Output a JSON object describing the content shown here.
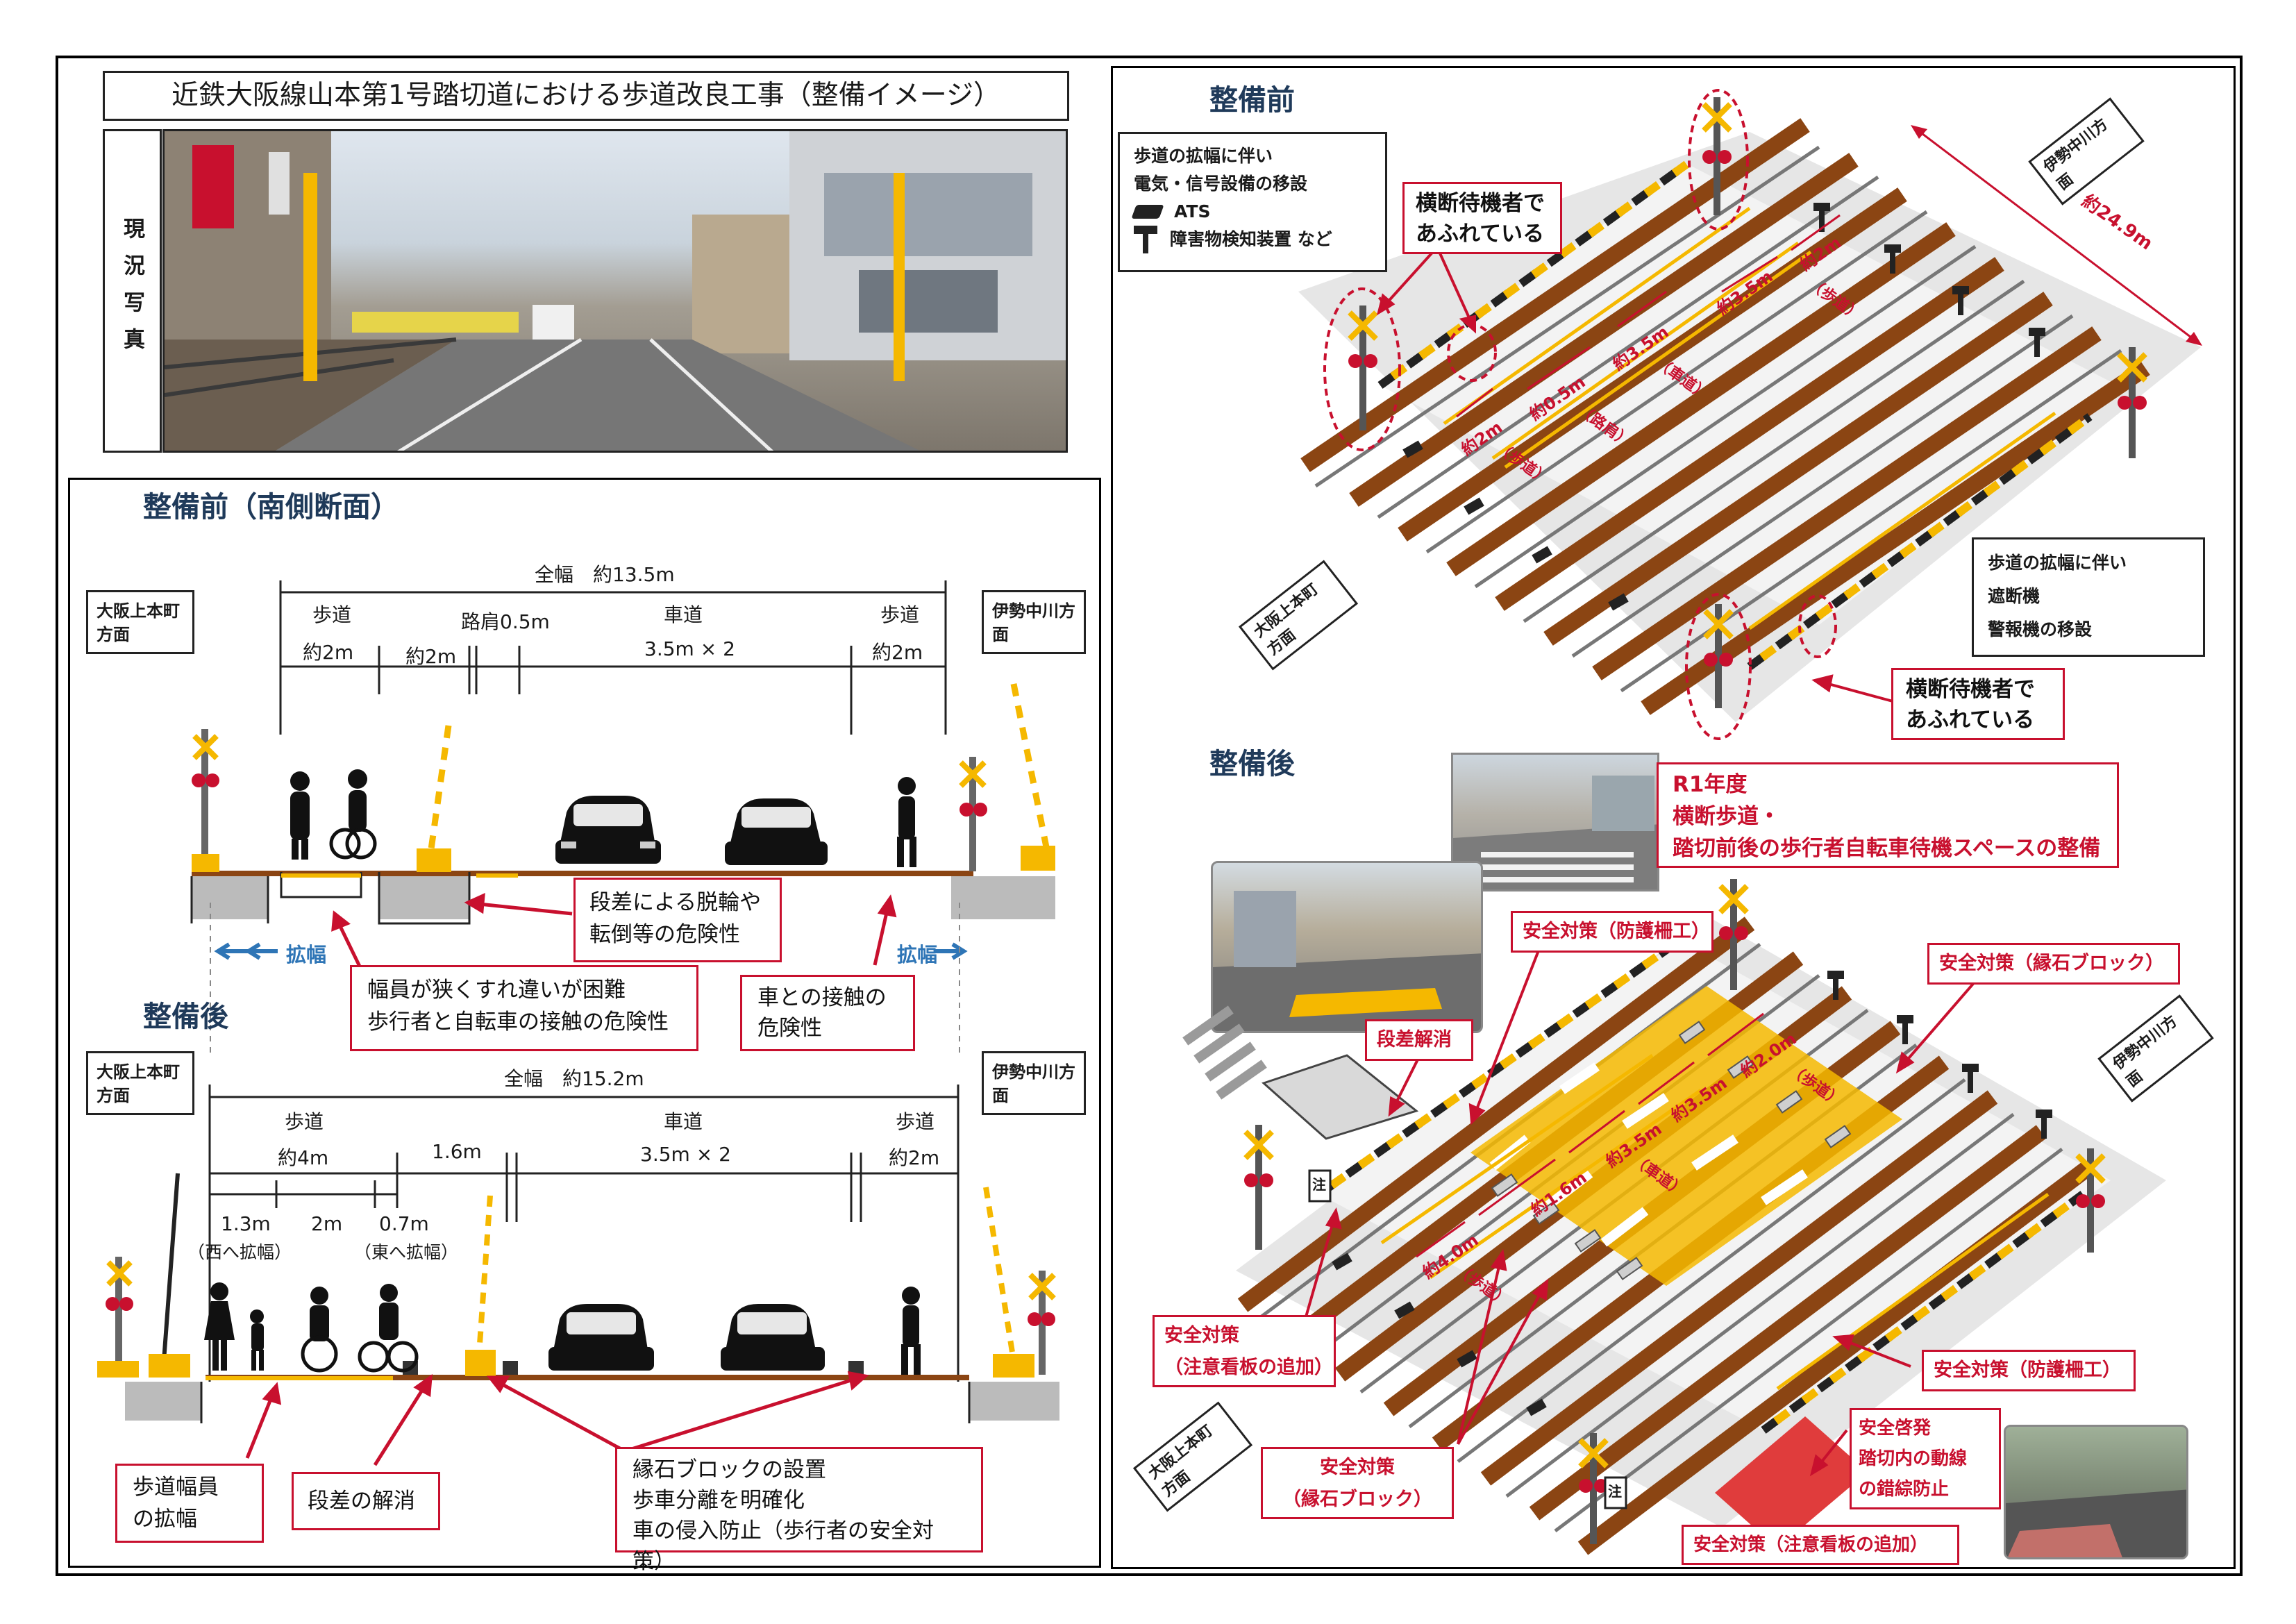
{
  "title": "近鉄大阪線山本第1号踏切道における歩道改良工事（整備イメージ）",
  "photo_caption": "現況写真",
  "sec_before_cross": "整備前（南側断面）",
  "sec_after_cross": "整備後",
  "sec_before_plan": "整備前",
  "sec_after_plan": "整備後",
  "dir_left": "大阪上本町方面",
  "dir_right": "伊勢中川方面",
  "before": {
    "total": "全幅　約13.5m",
    "col_walk_l": "歩道",
    "col_shoulder": "路肩0.5m",
    "col_road": "車道",
    "col_walk_r": "歩道",
    "w_walk_l1": "約2m",
    "w_walk_l2": "約2m",
    "w_road": "3.5m × 2",
    "w_walk_r": "約2m",
    "expand": "拡幅",
    "note_step": [
      "段差による脱輪や",
      "転倒等の危険性"
    ],
    "note_width": [
      "幅員が狭くすれ違いが困難",
      "歩行者と自転車の接触の危険性"
    ],
    "note_car": [
      "車との接触の",
      "危険性"
    ]
  },
  "after": {
    "total": "全幅　約15.2m",
    "col_walk_l": "歩道",
    "col_road": "車道",
    "col_walk_r": "歩道",
    "w_walk_l": "約4m",
    "w_mid": "1.6m",
    "w_road": "3.5m × 2",
    "w_walk_r": "約2m",
    "w_west": "1.3m",
    "w_west_note": "（西へ拡幅）",
    "w_center": "2m",
    "w_east": "0.7m",
    "w_east_note": "（東へ拡幅）",
    "note_widen": [
      "歩道幅員",
      "の拡幅"
    ],
    "note_step": "段差の解消",
    "note_curb": [
      "縁石ブロックの設置",
      "歩車分離を明確化",
      "車の侵入防止（歩行者の安全対策）"
    ]
  },
  "plan_before": {
    "legend_equip": [
      "歩道の拡幅に伴い",
      "電気・信号設備の移設"
    ],
    "legend_ats": "ATS",
    "legend_detector": "障害物検知装置 など",
    "crowd1": [
      "横断待機者で",
      "あふれている"
    ],
    "crowd2": [
      "横断待機者で",
      "あふれている"
    ],
    "legend_barrier": [
      "歩道の拡幅に伴い",
      "遮断機",
      "警報機の移設"
    ],
    "len": "約24.9m",
    "w_2m_a": "約2m",
    "w_05": "約0.5m",
    "w_35_a": "約3.5m",
    "w_35_b": "約3.5m",
    "w_2m_b": "約2m",
    "lab_walk": "（歩道）",
    "lab_shoulder": "（路肩）",
    "lab_road": "（車道）"
  },
  "plan_after": {
    "r1": [
      "R1年度",
      "横断歩道・",
      "踏切前後の歩行者自転車待機スペースの整備"
    ],
    "fence_top": "安全対策（防護柵工）",
    "curb_top": "安全対策（縁石ブロック）",
    "step": "段差解消",
    "sign_left": [
      "安全対策",
      "（注意看板の追加）"
    ],
    "curb_bottom": [
      "安全対策",
      "（縁石ブロック）"
    ],
    "fence_right": "安全対策（防護柵工）",
    "awareness": [
      "安全啓発",
      "踏切内の動線",
      "の錯綜防止"
    ],
    "sign_bottom": "安全対策（注意看板の追加）",
    "w_40": "約4.0m",
    "w_16": "約1.6m",
    "w_35_a": "約3.5m",
    "w_35_b": "約3.5m",
    "w_20": "約2.0m",
    "lab_walk": "（歩道）",
    "lab_road": "（車道）",
    "sign_glyph": "注"
  },
  "colors": {
    "red": "#c8102e",
    "yellow": "#f5b800",
    "rail": "#8b4513",
    "blue": "#2e75b6"
  }
}
